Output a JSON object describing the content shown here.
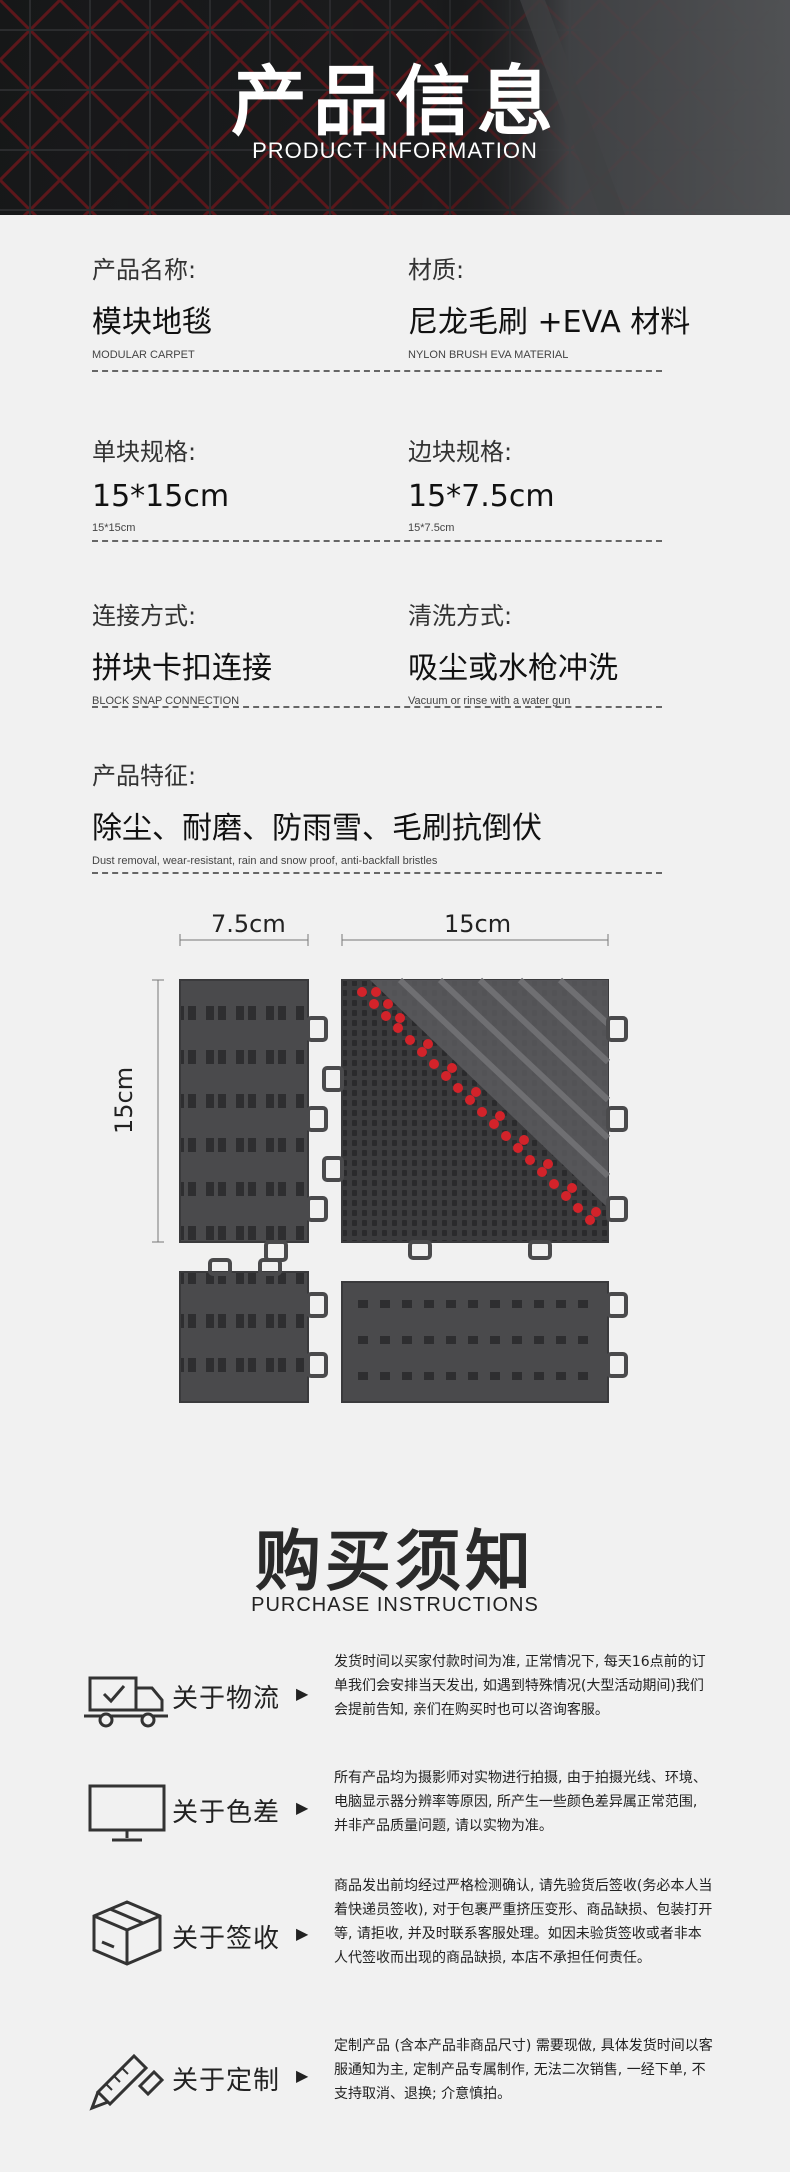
{
  "banner": {
    "title": "产品信息",
    "subtitle": "PRODUCT INFORMATION"
  },
  "info": [
    {
      "label": "产品名称:",
      "value": "模块地毯",
      "en": "MODULAR CARPET"
    },
    {
      "label": "材质:",
      "value": "尼龙毛刷 +EVA 材料",
      "en": "NYLON BRUSH EVA MATERIAL"
    },
    {
      "label": "单块规格:",
      "value": "15*15cm",
      "en": "15*15cm"
    },
    {
      "label": "边块规格:",
      "value": "15*7.5cm",
      "en": "15*7.5cm"
    },
    {
      "label": "连接方式:",
      "value": "拼块卡扣连接",
      "en": "BLOCK SNAP CONNECTION"
    },
    {
      "label": "清洗方式:",
      "value": "吸尘或水枪冲洗",
      "en": "Vacuum or rinse with a water gun"
    },
    {
      "label": "产品特征:",
      "value": "除尘、耐磨、防雨雪、毛刷抗倒伏",
      "en": "Dust removal, wear-resistant, rain and snow proof, anti-backfall bristles"
    }
  ],
  "dimensions": {
    "width_small": "7.5cm",
    "width_large": "15cm",
    "height": "15cm"
  },
  "purchase": {
    "title": "购买须知",
    "subtitle": "PURCHASE INSTRUCTIONS",
    "items": [
      {
        "icon": "truck-icon",
        "label": "关于物流",
        "arrow": "▶",
        "text": "发货时间以买家付款时间为准, 正常情况下, 每天16点前的订单我们会安排当天发出, 如遇到特殊情况(大型活动期间)我们会提前告知, 亲们在购买时也可以咨询客服。"
      },
      {
        "icon": "monitor-icon",
        "label": "关于色差",
        "arrow": "▶",
        "text": "所有产品均为摄影师对实物进行拍摄, 由于拍摄光线、环境、电脑显示器分辨率等原因, 所产生一些颜色差异属正常范围, 并非产品质量问题, 请以实物为准。"
      },
      {
        "icon": "package-icon",
        "label": "关于签收",
        "arrow": "▶",
        "text": "商品发出前均经过严格检测确认, 请先验货后签收(务必本人当着快递员签收), 对于包裹严重挤压变形、商品缺损、包装打开等, 请拒收, 并及时联系客服处理。如因未验货签收或者非本人代签收而出现的商品缺损, 本店不承担任何责任。"
      },
      {
        "icon": "pencil-ruler-icon",
        "label": "关于定制",
        "arrow": "▶",
        "text": "定制产品 (含本产品非商品尺寸) 需要现做, 具体发货时间以客服通知为主, 定制产品专属制作, 无法二次销售, 一经下单, 不支持取消、退换; 介意慎拍。"
      }
    ]
  }
}
